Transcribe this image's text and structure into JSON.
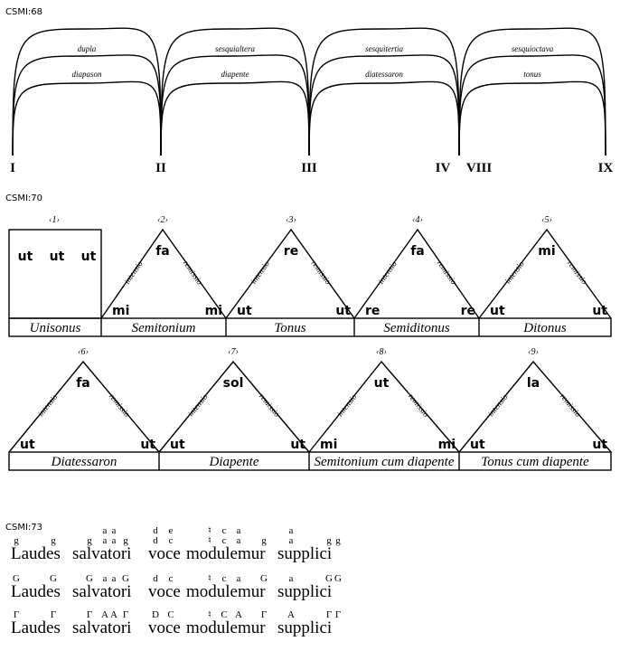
{
  "fig68": {
    "label": "CSMI:68",
    "outer": [
      "dupla",
      "sesquialtera",
      "sesquitertia",
      "sesquioctava"
    ],
    "middle": [
      "diapason",
      "diapente",
      "diatessaron",
      "tonus"
    ],
    "numerals": [
      "I",
      "II",
      "III",
      "IV",
      "VIII",
      "IX"
    ]
  },
  "fig70": {
    "label": "CSMI:70",
    "intensio": "intensio",
    "remissio": "remissio",
    "row1": [
      {
        "num": "‹1›",
        "name": "Unisonus",
        "syl": [
          "ut",
          "ut",
          "ut"
        ]
      },
      {
        "num": "‹2›",
        "name": "Semitonium",
        "top": "fa",
        "left": "mi",
        "right": "mi"
      },
      {
        "num": "‹3›",
        "name": "Tonus",
        "top": "re",
        "left": "ut",
        "right": "ut"
      },
      {
        "num": "‹4›",
        "name": "Semiditonus",
        "top": "fa",
        "left": "re",
        "right": "re"
      },
      {
        "num": "‹5›",
        "name": "Ditonus",
        "top": "mi",
        "left": "ut",
        "right": "ut"
      }
    ],
    "row2": [
      {
        "num": "‹6›",
        "name": "Diatessaron",
        "top": "fa",
        "left": "ut",
        "right": "ut"
      },
      {
        "num": "‹7›",
        "name": "Diapente",
        "top": "sol",
        "left": "ut",
        "right": "ut"
      },
      {
        "num": "‹8›",
        "name": "Semitonium cum diapente",
        "top": "ut",
        "left": "mi",
        "right": "mi"
      },
      {
        "num": "‹9›",
        "name": "Tonus cum diapente",
        "top": "la",
        "left": "ut",
        "right": "ut"
      }
    ]
  },
  "fig73": {
    "label": "CSMI:73",
    "words": [
      "Laudes",
      "salvatori",
      "voce",
      "modulemur",
      "supplici"
    ],
    "rows": [
      {
        "upper": [
          "a",
          "a",
          "d",
          "e",
          "♮",
          "c",
          "a",
          "a"
        ],
        "lower": [
          "g",
          "g",
          "g",
          "a",
          "a",
          "g",
          "d",
          "c",
          "♮",
          "c",
          "a",
          "g",
          "a",
          "g",
          "g"
        ]
      },
      {
        "lower": [
          "G",
          "G",
          "G",
          "a",
          "a",
          "G",
          "d",
          "c",
          "♮",
          "c",
          "a",
          "G",
          "a",
          "G",
          "G"
        ]
      },
      {
        "lower": [
          "Γ",
          "Γ",
          "Γ",
          "A",
          "A",
          "Γ",
          "D",
          "C",
          "♮",
          "C",
          "A",
          "Γ",
          "A",
          "Γ",
          "Γ"
        ]
      }
    ]
  }
}
